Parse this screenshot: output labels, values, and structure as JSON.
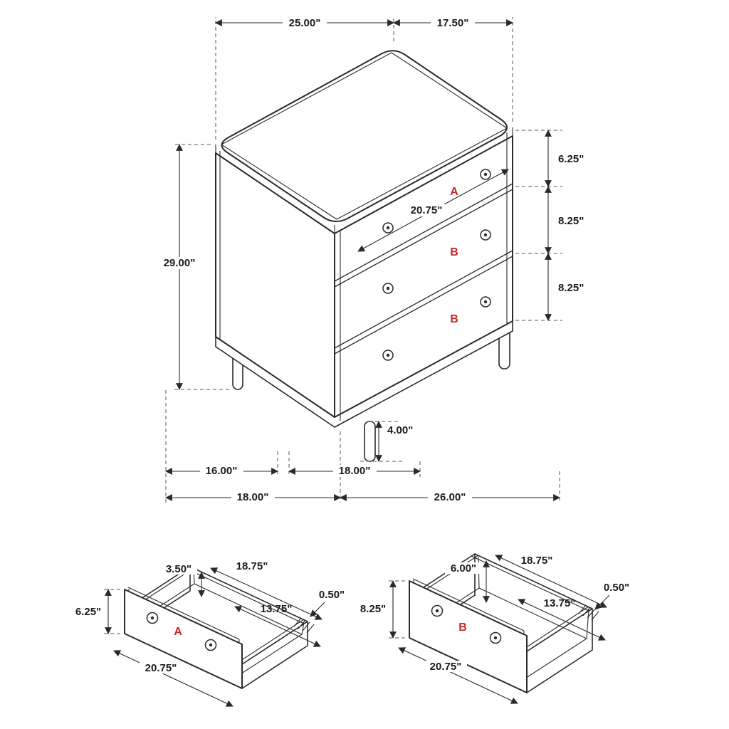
{
  "page": {
    "background": "#ffffff"
  },
  "colors": {
    "line": "#2b2b2b",
    "dim_line": "#2a2a2a",
    "accent_red": "#c62828",
    "text": "#1b1b1b"
  },
  "main_view": {
    "dims": {
      "top_width": "25.00\"",
      "top_depth": "17.50\"",
      "drawer_a_height": "6.25\"",
      "drawer_b1_height": "8.25\"",
      "drawer_b2_height": "8.25\"",
      "overall_height": "29.00\"",
      "drawer_face_width": "20.75\"",
      "leg_height": "4.00\"",
      "base_side_span": "16.00\"",
      "base_front_span": "18.00\"",
      "overall_depth": "18.00\"",
      "overall_width": "26.00\""
    },
    "drawer_labels": {
      "top": "A",
      "middle": "B",
      "bottom": "B"
    }
  },
  "drawer_a_view": {
    "label": "A",
    "dims": {
      "back_height": "3.50\"",
      "inner_width": "18.75\"",
      "side_thickness": "0.50\"",
      "inner_depth": "13.75\"",
      "front_height": "6.25\"",
      "outer_width": "20.75\""
    }
  },
  "drawer_b_view": {
    "label": "B",
    "dims": {
      "back_height": "6.00\"",
      "inner_width": "18.75\"",
      "side_thickness": "0.50\"",
      "inner_depth": "13.75\"",
      "front_height": "8.25\"",
      "outer_width": "20.75\""
    }
  }
}
